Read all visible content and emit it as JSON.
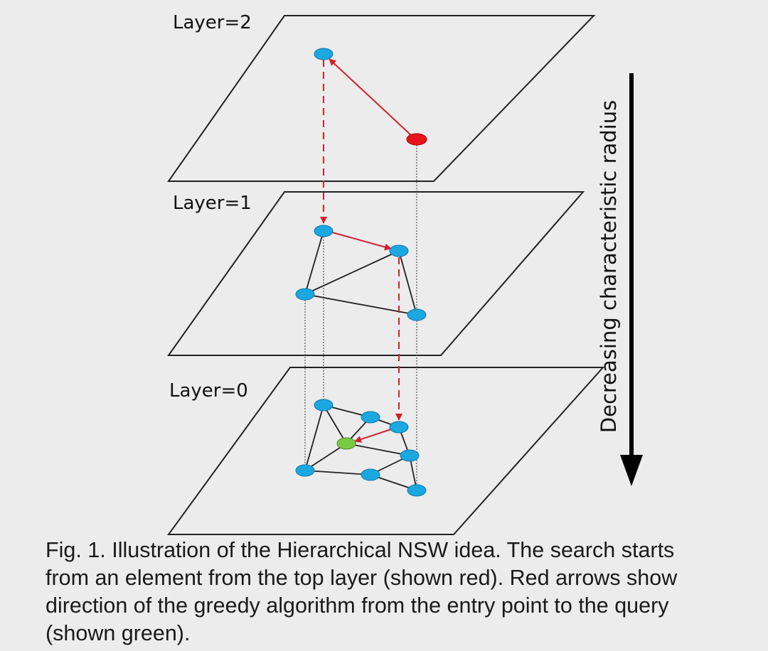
{
  "layers": [
    {
      "label": "Layer=2"
    },
    {
      "label": "Layer=1"
    },
    {
      "label": "Layer=0"
    }
  ],
  "axis_label": "Decreasing characteristic radius",
  "caption_lines": [
    "Fig. 1. Illustration of the Hierarchical NSW idea. The search starts",
    "from an element from the top layer (shown red). Red arrows show",
    "direction of the greedy algorithm from the entry point to the query",
    "(shown green)."
  ],
  "colors": {
    "node": "#1ba8e0",
    "entry_point": "#e8141c",
    "query": "#7ac943",
    "search_arrow": "#d4202a",
    "edge": "#222222",
    "background": "#ececec"
  }
}
